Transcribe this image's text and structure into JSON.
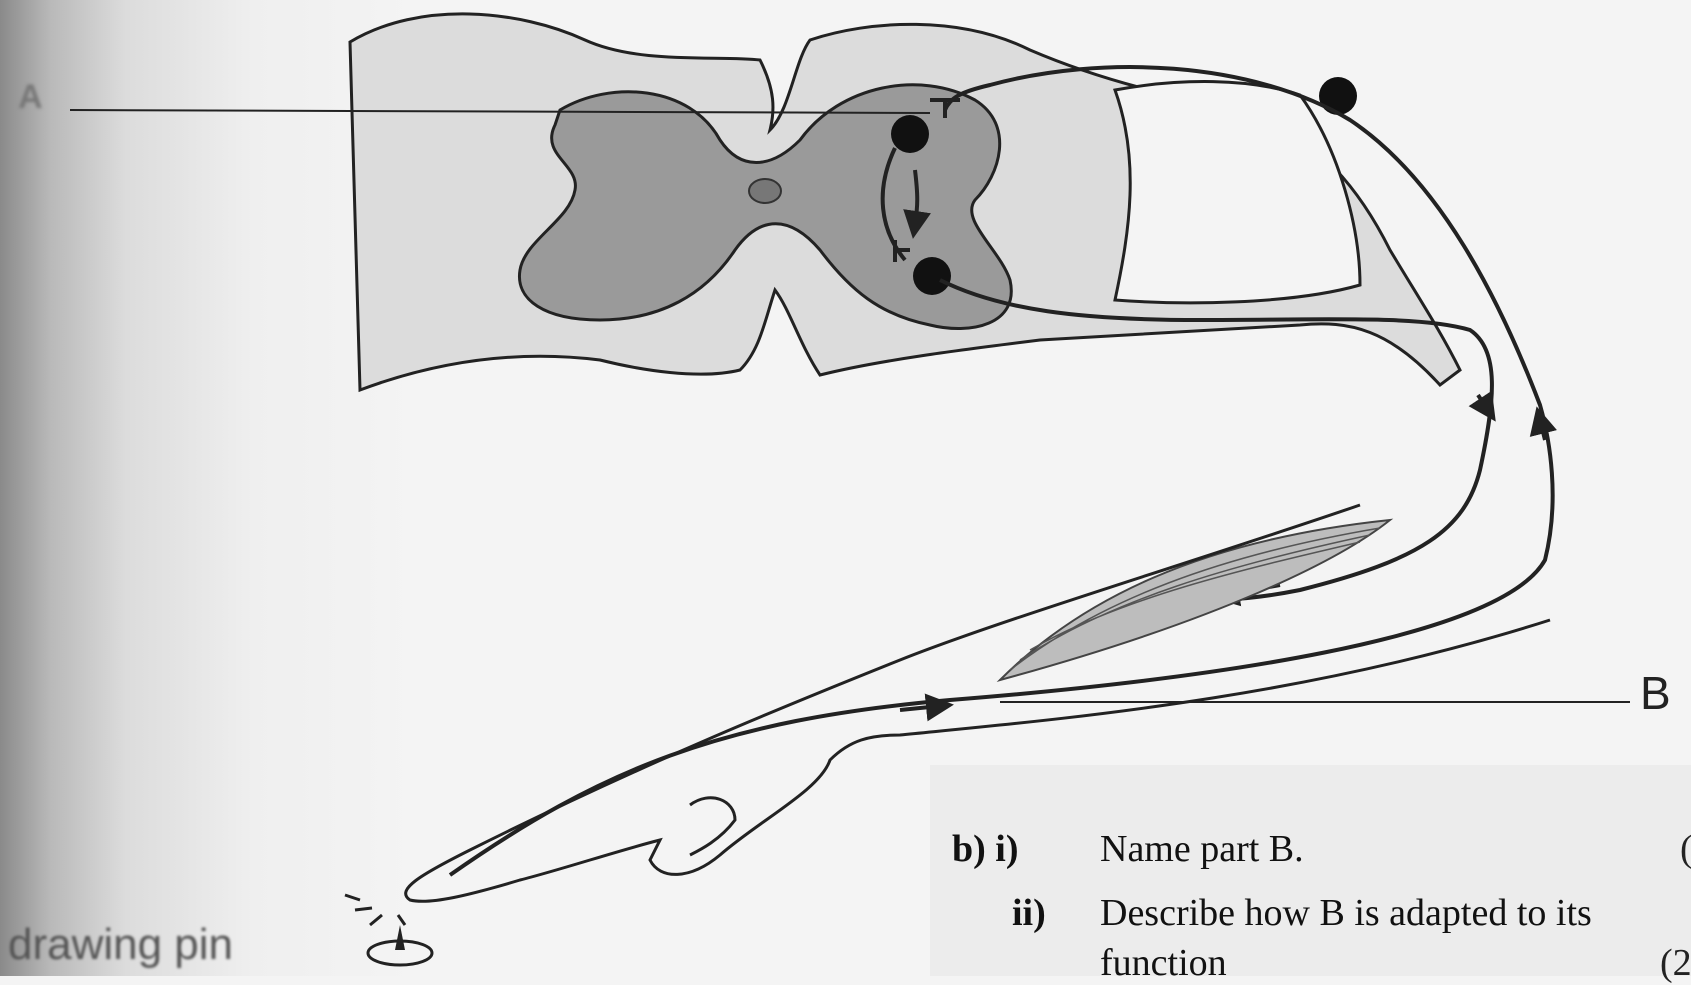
{
  "labels": {
    "a": "A",
    "b": "B",
    "stimulus": "drawing pin"
  },
  "questions": [
    {
      "number": "b) i)",
      "text": "Name part B.",
      "marks": "("
    },
    {
      "number": "ii)",
      "text": "Describe how B is adapted to its",
      "text_cont": "function",
      "marks": "(2"
    }
  ],
  "colors": {
    "grey_matter": "#9a9a9a",
    "white_matter": "#dcdcdc",
    "outline": "#222222"
  }
}
